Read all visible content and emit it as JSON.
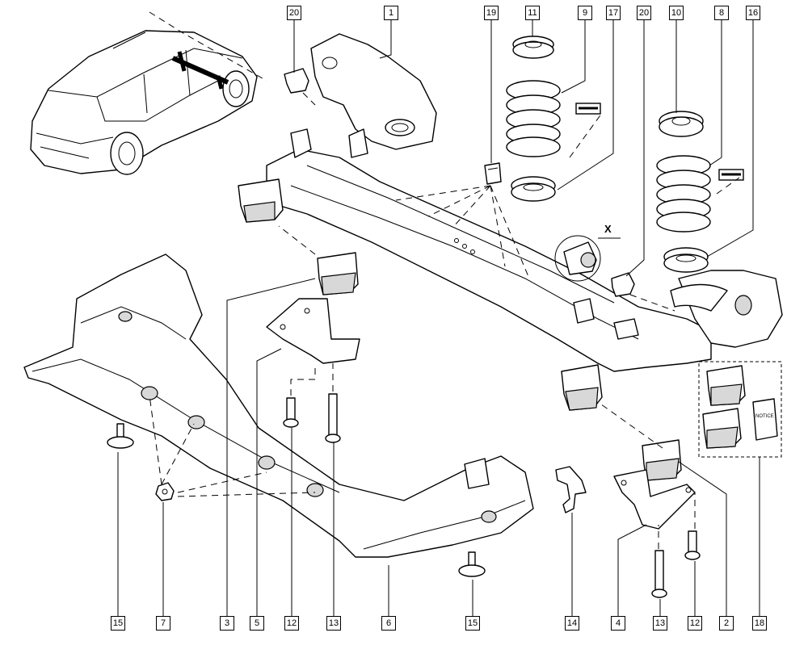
{
  "callouts": {
    "c20a": "20",
    "c1": "1",
    "c19": "19",
    "c11": "11",
    "c9": "9",
    "c17": "17",
    "c20b": "20",
    "c10": "10",
    "c8": "8",
    "c16": "16",
    "c15a": "15",
    "c7": "7",
    "c3": "3",
    "c5": "5",
    "c12a": "12",
    "c13a": "13",
    "c6": "6",
    "c15b": "15",
    "c14": "14",
    "c4": "4",
    "c13b": "13",
    "c12b": "12",
    "c2": "2",
    "c18": "18"
  },
  "detail_label": "X",
  "kit_note": "NOTICE"
}
